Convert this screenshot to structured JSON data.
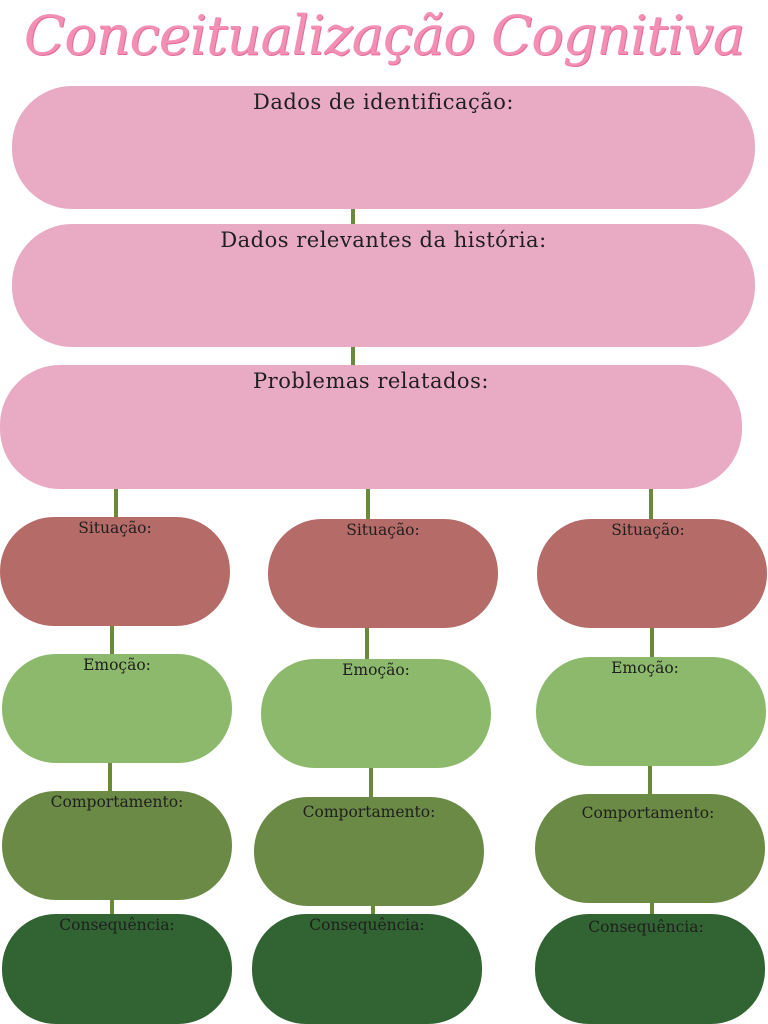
{
  "title": "Conceitualização Cognitiva",
  "top_sections": [
    "Dados de identificação:",
    "Dados relevantes da história:",
    "Problemas relatados:"
  ],
  "columns": [
    {
      "situacao": "Situação:",
      "emocao": "Emoção:",
      "comportamento": "Comportamento:",
      "consequencia": "Consequência:"
    },
    {
      "situacao": "Situação:",
      "emocao": "Emoção:",
      "comportamento": "Comportamento:",
      "consequencia": "Consequência:"
    },
    {
      "situacao": "Situação:",
      "emocao": "Emoção:",
      "comportamento": "Comportamento:",
      "consequencia": "Consequência:"
    }
  ],
  "colors": {
    "title": "#f28fb3",
    "top_box": "#e9abc4",
    "situacao": "#b56b68",
    "emocao": "#8cb96b",
    "comportamento": "#6b8a45",
    "consequencia": "#326433",
    "connector": "#6a8a3a"
  }
}
